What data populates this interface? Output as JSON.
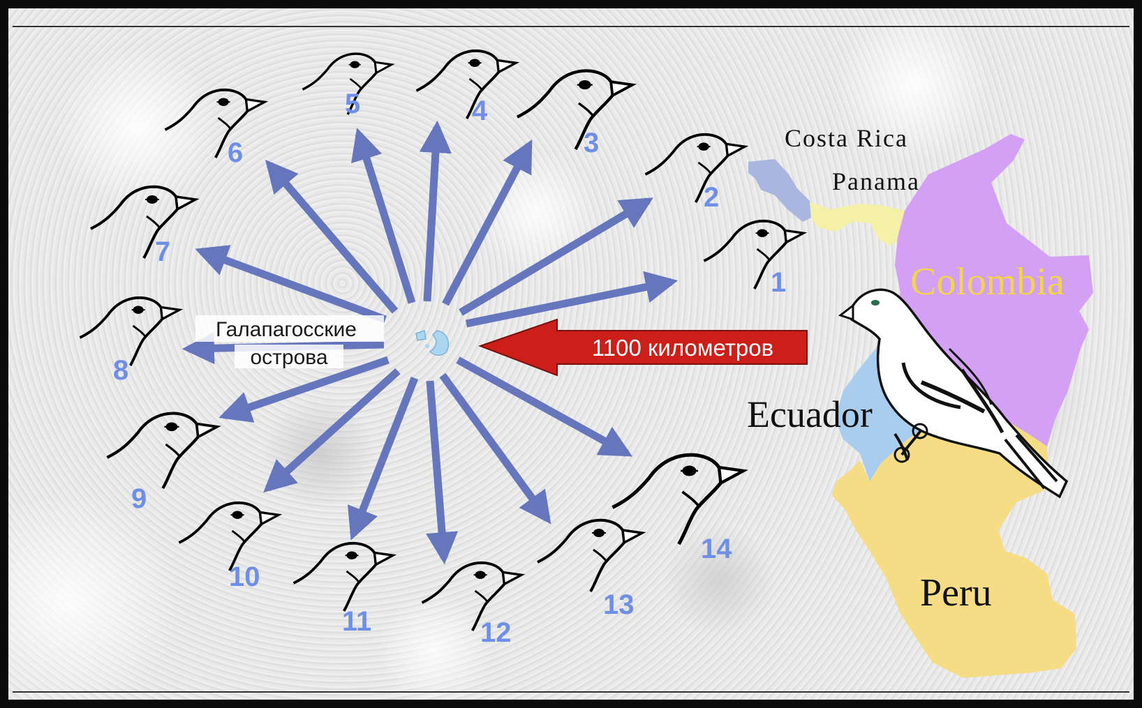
{
  "islands_label": {
    "line1": "Галапагосские",
    "line2": "острова"
  },
  "distance_label": "1100 километров",
  "countries": {
    "costa_rica": "Costa Rica",
    "panama": "Panama",
    "colombia": "Colombia",
    "ecuador": "Ecuador",
    "peru": "Peru"
  },
  "finches": [
    "1",
    "2",
    "3",
    "4",
    "5",
    "6",
    "7",
    "8",
    "9",
    "10",
    "11",
    "12",
    "13",
    "14"
  ],
  "colors": {
    "arrow": "#6676bd",
    "number": "#6f8fe6",
    "red_arrow": "#cc1f1a",
    "colombia": "#d3a0f5",
    "ecuador": "#a9cdee",
    "peru": "#f6dc85",
    "panama": "#f5f0a8",
    "costa_rica": "#a9b6e0",
    "colombia_label": "#f4d44a",
    "island": "#a9d6f0"
  },
  "icons": [
    "finch-head-icon",
    "finch-bird-icon",
    "galapagos-islands-icon"
  ]
}
